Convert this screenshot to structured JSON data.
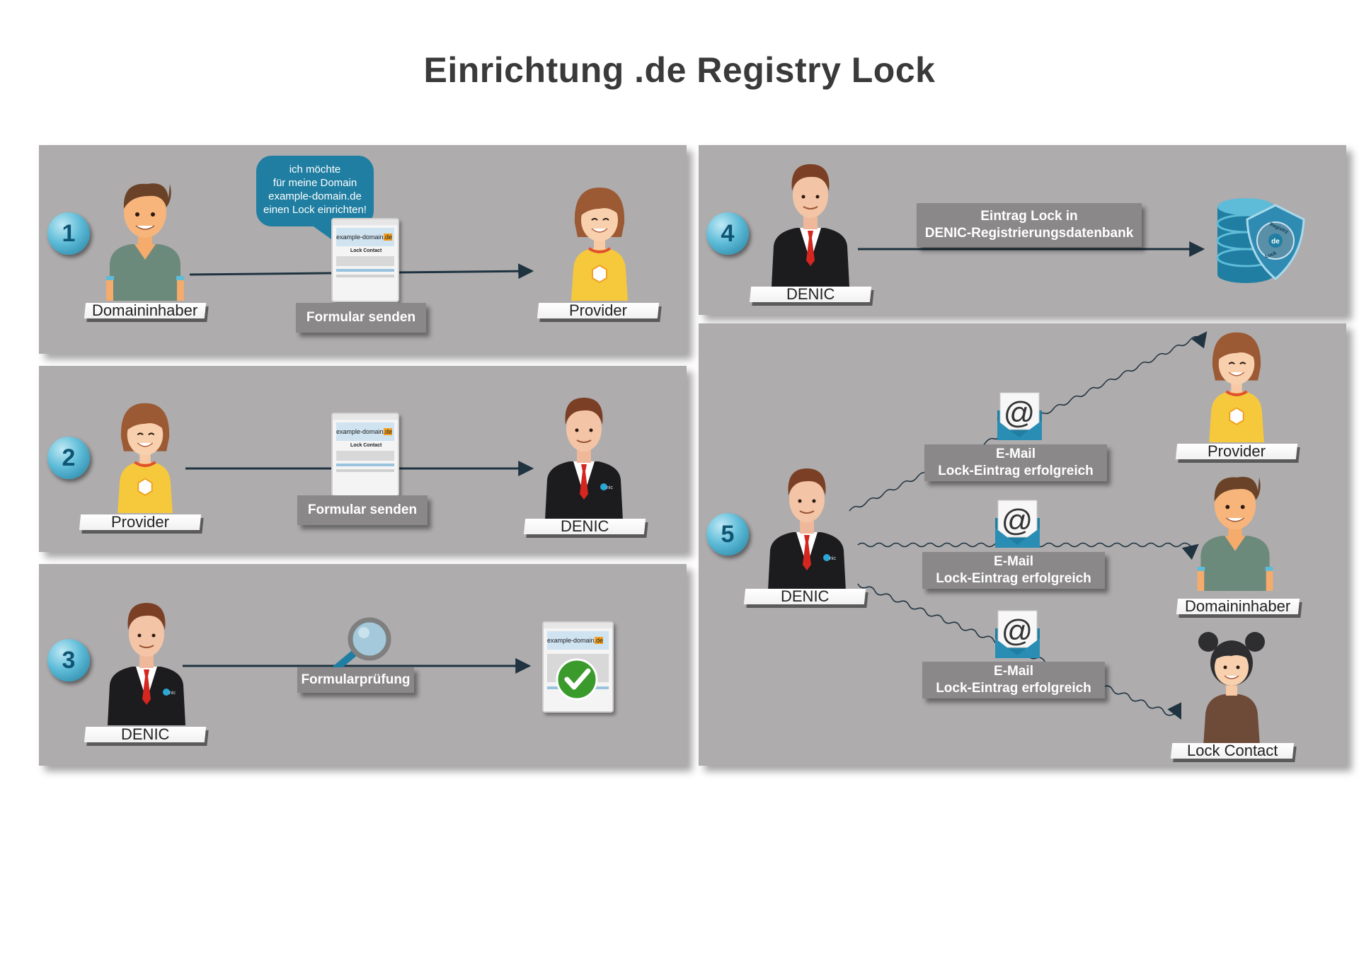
{
  "title": "Einrichtung .de Registry Lock",
  "colors": {
    "panel_bg": "#aeacad",
    "step_circle": "#5fbcd8",
    "speech_bubble": "#1f7ea1",
    "arrow": "#1f3340",
    "label_box": "#8a8889"
  },
  "steps": [
    {
      "number": "1",
      "actor_left": "Domaininhaber",
      "actor_right": "Provider",
      "action": "Formular senden",
      "speech": [
        "ich möchte",
        "für meine Domain",
        "example-domain.de",
        "einen Lock einrichten!"
      ]
    },
    {
      "number": "2",
      "actor_left": "Provider",
      "actor_right": "DENIC",
      "action": "Formular senden"
    },
    {
      "number": "3",
      "actor_left": "DENIC",
      "action": "Formularprüfung"
    },
    {
      "number": "4",
      "actor_left": "DENIC",
      "action_lines": [
        "Eintrag Lock in",
        "DENIC-Registrierungsdatenbank"
      ]
    },
    {
      "number": "5",
      "actor_left": "DENIC",
      "emails": [
        {
          "line1": "E-Mail",
          "line2": "Lock-Eintrag erfolgreich",
          "recipient": "Provider"
        },
        {
          "line1": "E-Mail",
          "line2": "Lock-Eintrag erfolgreich",
          "recipient": "Domaininhaber"
        },
        {
          "line1": "E-Mail",
          "line2": "Lock-Eintrag erfolgreich",
          "recipient": "Lock Contact"
        }
      ]
    }
  ],
  "form": {
    "domain_name": "example-domain",
    "tld": ".de",
    "heading": "Lock Contact"
  },
  "db_badge": {
    "top": "Registry",
    "center": "de",
    "bottom": "Lock"
  },
  "denic_logo": "denic",
  "icons": {
    "email": "envelope-at-icon",
    "magnifier": "magnifier-icon",
    "check": "checkmark-icon",
    "database": "database-shield-icon"
  }
}
